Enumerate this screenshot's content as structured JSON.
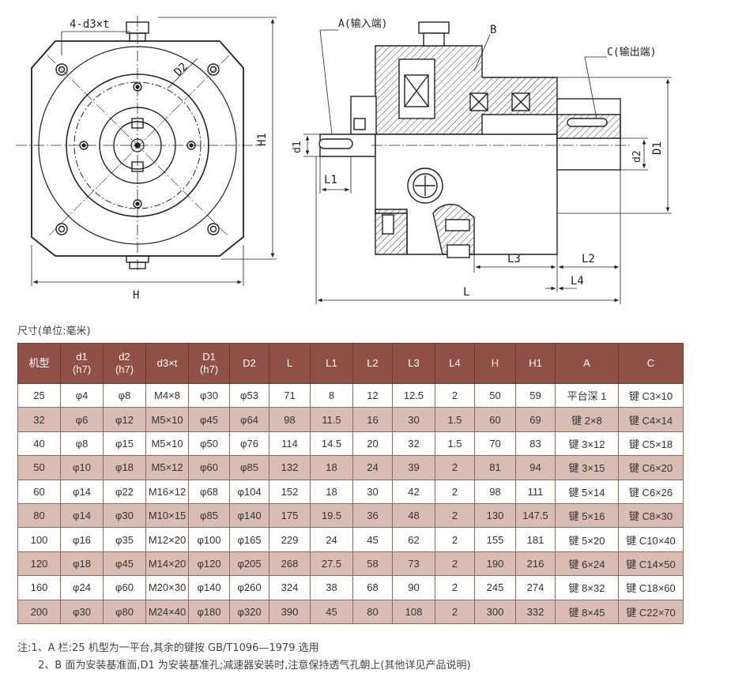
{
  "drawing": {
    "labels": {
      "d3t": "4-d3×t",
      "D2": "D2",
      "H1": "H1",
      "H": "H",
      "A": "A(输入端)",
      "B": "B",
      "C": "C(输出端)",
      "d1": "d1",
      "L1": "L1",
      "d2": "d2",
      "D1": "D1",
      "L3": "L3",
      "L2": "L2",
      "L4": "L4",
      "L": "L"
    }
  },
  "units_caption": "尺寸(单位:毫米)",
  "table": {
    "headers": [
      "机型",
      "d1\n(h7)",
      "d2\n(h7)",
      "d3×t",
      "D1\n(h7)",
      "D2",
      "L",
      "L1",
      "L2",
      "L3",
      "L4",
      "H",
      "H1",
      "A",
      "C"
    ],
    "rows": [
      [
        "25",
        "φ4",
        "φ8",
        "M4×8",
        "φ30",
        "φ53",
        "71",
        "8",
        "12",
        "12.5",
        "2",
        "50",
        "59",
        "平台深 1",
        "键 C3×10"
      ],
      [
        "32",
        "φ6",
        "φ12",
        "M5×10",
        "φ45",
        "φ64",
        "98",
        "11.5",
        "16",
        "30",
        "1.5",
        "60",
        "69",
        "键 2×8",
        "键 C4×14"
      ],
      [
        "40",
        "φ8",
        "φ15",
        "M5×10",
        "φ50",
        "φ76",
        "114",
        "14.5",
        "20",
        "32",
        "1.5",
        "70",
        "83",
        "键 3×12",
        "键 C5×18"
      ],
      [
        "50",
        "φ10",
        "φ18",
        "M5×12",
        "φ60",
        "φ85",
        "132",
        "18",
        "24",
        "39",
        "2",
        "81",
        "94",
        "键 3×15",
        "键 C6×20"
      ],
      [
        "60",
        "φ14",
        "φ22",
        "M16×12",
        "φ68",
        "φ104",
        "152",
        "18",
        "30",
        "42",
        "2",
        "98",
        "111",
        "键 5×14",
        "键 C6×26"
      ],
      [
        "80",
        "φ14",
        "φ30",
        "M10×15",
        "φ85",
        "φ140",
        "175",
        "19.5",
        "36",
        "48",
        "2",
        "130",
        "147.5",
        "键 5×16",
        "键 C8×30"
      ],
      [
        "100",
        "φ16",
        "φ35",
        "M12×20",
        "φ100",
        "φ165",
        "229",
        "24",
        "45",
        "62",
        "2",
        "155",
        "181",
        "键 5×20",
        "键 C10×40"
      ],
      [
        "120",
        "φ18",
        "φ45",
        "M14×20",
        "φ120",
        "φ205",
        "268",
        "27.5",
        "58",
        "73",
        "2",
        "190",
        "216",
        "键 6×24",
        "键 C14×50"
      ],
      [
        "160",
        "φ24",
        "φ60",
        "M20×30",
        "φ140",
        "φ260",
        "324",
        "38",
        "68",
        "90",
        "2",
        "245",
        "274",
        "键 8×32",
        "键 C18×60"
      ],
      [
        "200",
        "φ30",
        "φ80",
        "M24×40",
        "φ180",
        "φ320",
        "390",
        "45",
        "80",
        "108",
        "2",
        "300",
        "332",
        "键 8×45",
        "键 C22×70"
      ]
    ]
  },
  "notes": [
    "注:1、A 栏:25 机型为一平台,其余的键按 GB/T1096—1979 选用",
    "2、B 面为安装基准面,D1 为安装基准孔;减速器安装时,注意保持透气孔朝上(其他详见产品说明)"
  ],
  "colors": {
    "header_bg": "#8f5048",
    "stripe_bg": "#d9bdb5",
    "line": "#222222"
  }
}
